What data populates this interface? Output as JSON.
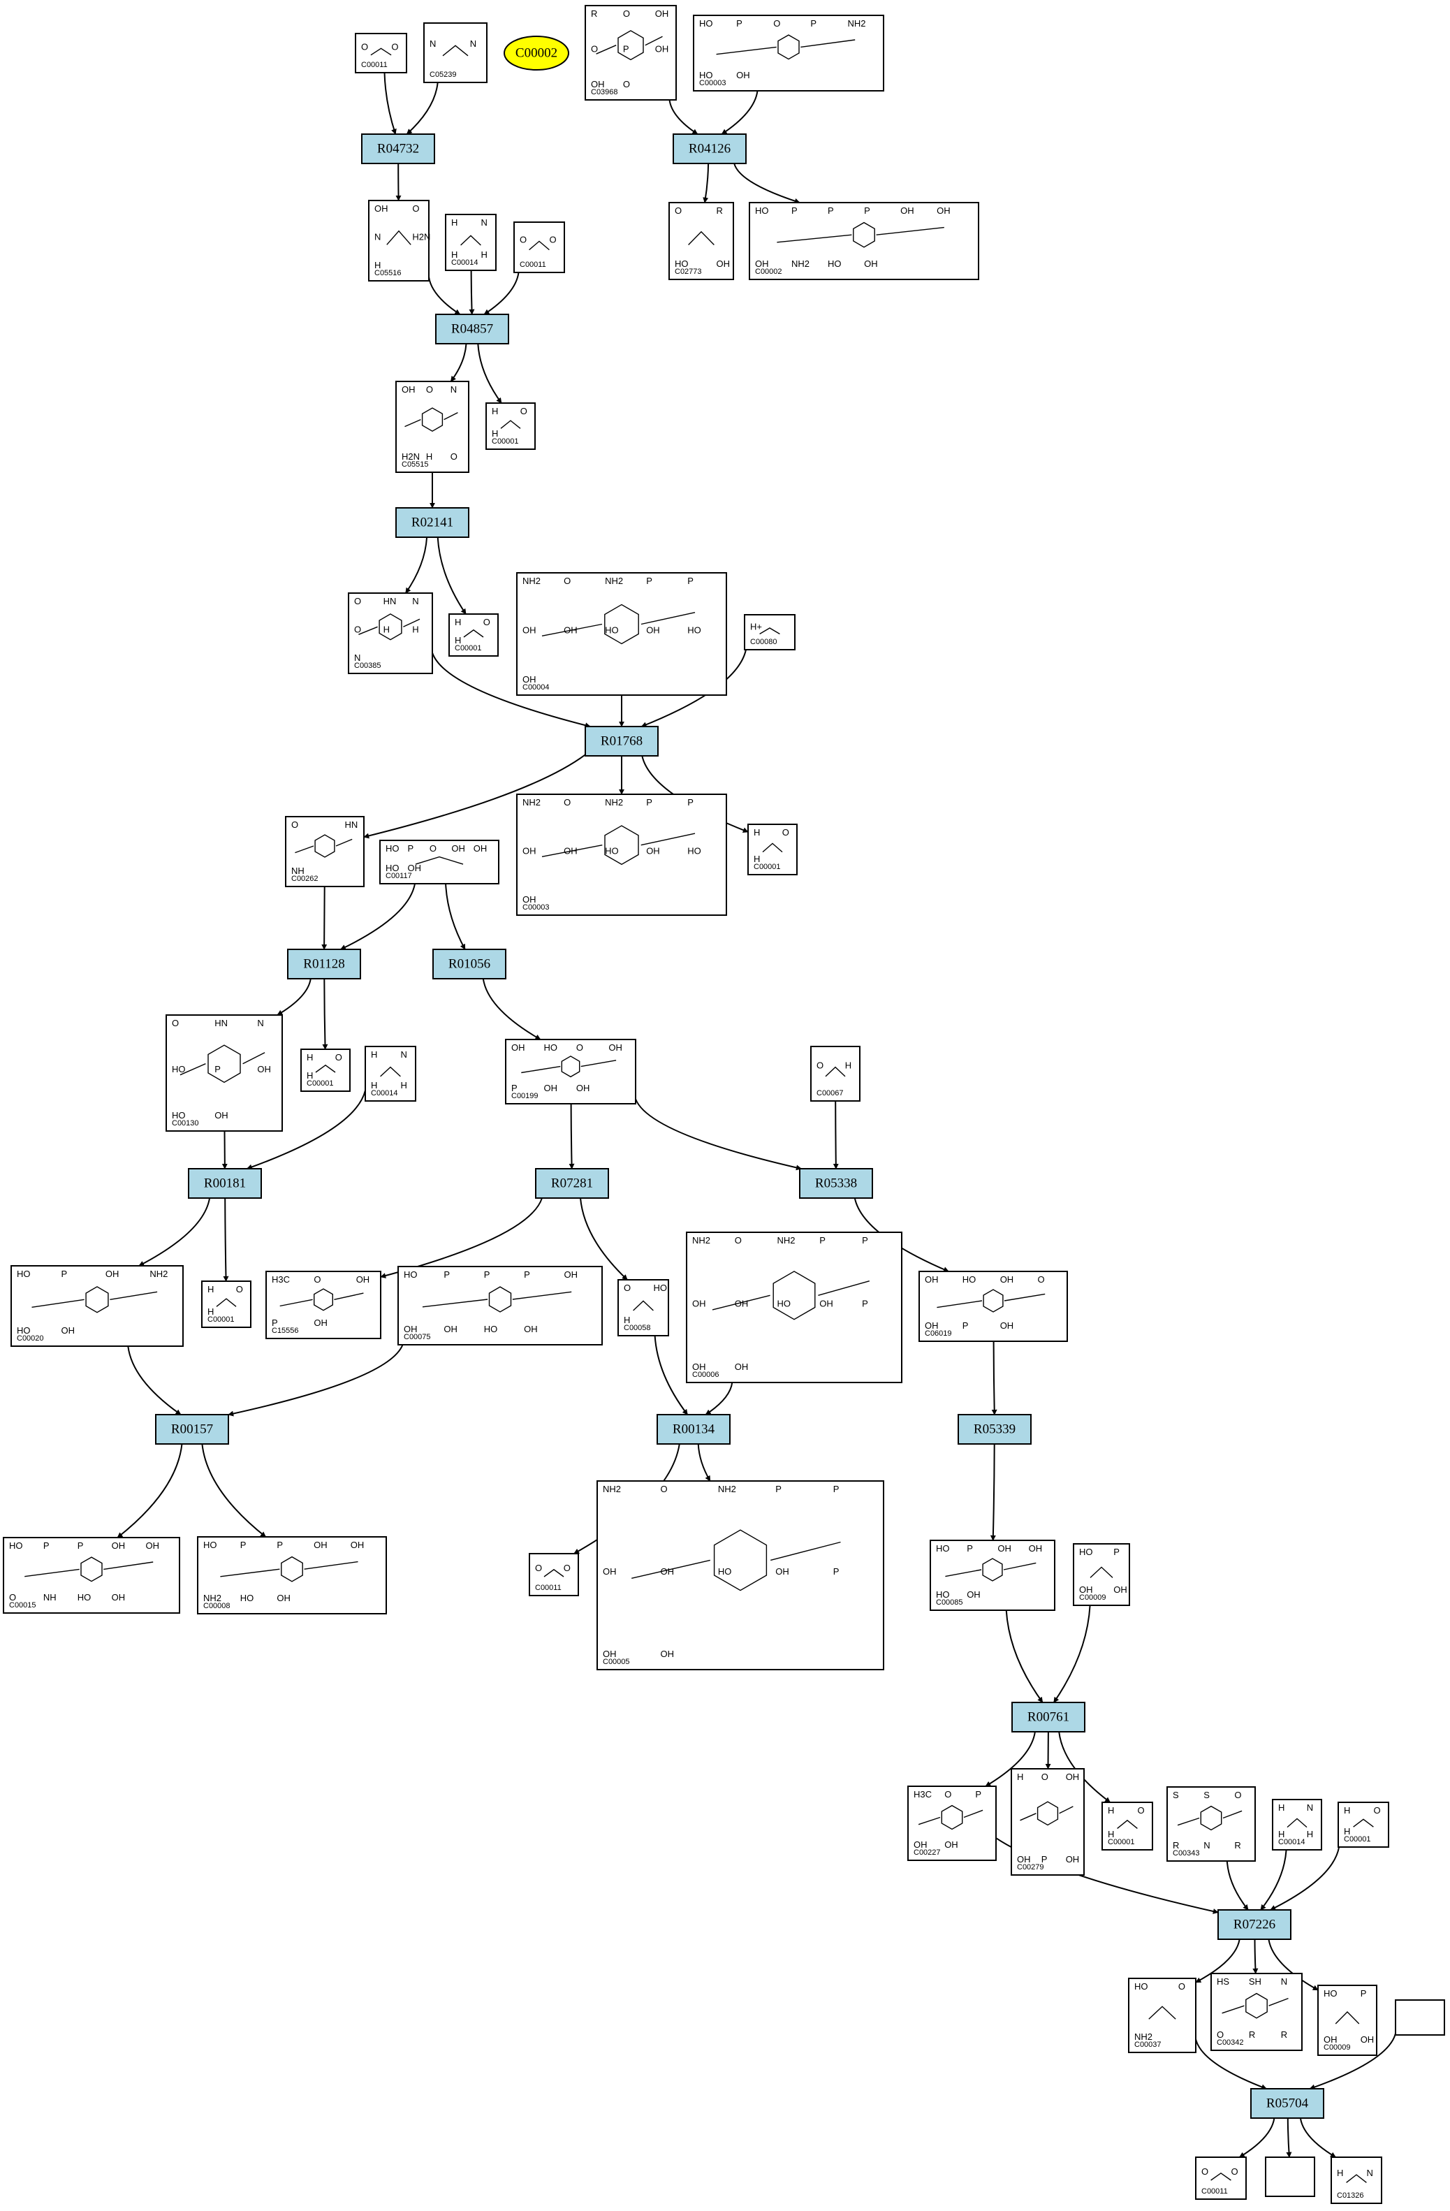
{
  "highlight_compound": "C00002",
  "reactions": [
    {
      "id": "R04732"
    },
    {
      "id": "R04126"
    },
    {
      "id": "R04857"
    },
    {
      "id": "R02141"
    },
    {
      "id": "R01768"
    },
    {
      "id": "R01128"
    },
    {
      "id": "R01056"
    },
    {
      "id": "R00181"
    },
    {
      "id": "R07281"
    },
    {
      "id": "R05338"
    },
    {
      "id": "R00157"
    },
    {
      "id": "R00134"
    },
    {
      "id": "R05339"
    },
    {
      "id": "R00761"
    },
    {
      "id": "R07226"
    },
    {
      "id": "R05704"
    }
  ],
  "compounds": [
    {
      "key": "c1",
      "id": "C00011",
      "atoms": [
        "O",
        "O"
      ]
    },
    {
      "key": "c2",
      "id": "C05239",
      "atoms": [
        "N",
        "N"
      ]
    },
    {
      "key": "c3",
      "id": "C03968",
      "atoms": [
        "R",
        "O",
        "OH",
        "O",
        "P",
        "OH",
        "OH",
        "O"
      ]
    },
    {
      "key": "c4",
      "id": "C00003",
      "atoms": [
        "HO",
        "P",
        "O",
        "P",
        "NH2",
        "HO",
        "OH"
      ]
    },
    {
      "key": "c5",
      "id": "C05516",
      "atoms": [
        "OH",
        "O",
        "N",
        "H2N",
        "H"
      ]
    },
    {
      "key": "c6",
      "id": "C00014",
      "atoms": [
        "H",
        "N",
        "H",
        "H"
      ]
    },
    {
      "key": "c7",
      "id": "C00011",
      "atoms": [
        "O",
        "O"
      ]
    },
    {
      "key": "c8",
      "id": "C02773",
      "atoms": [
        "O",
        "R",
        "HO",
        "OH"
      ]
    },
    {
      "key": "c9",
      "id": "C00002",
      "atoms": [
        "HO",
        "P",
        "P",
        "P",
        "OH",
        "OH",
        "OH",
        "NH2",
        "HO",
        "OH"
      ]
    },
    {
      "key": "c10",
      "id": "C05515",
      "atoms": [
        "OH",
        "O",
        "N",
        "H2N",
        "H",
        "O"
      ]
    },
    {
      "key": "c11",
      "id": "C00001",
      "atoms": [
        "H",
        "O",
        "H"
      ]
    },
    {
      "key": "c12",
      "id": "C00385",
      "atoms": [
        "O",
        "HN",
        "N",
        "O",
        "H",
        "H",
        "N"
      ]
    },
    {
      "key": "c13",
      "id": "C00001",
      "atoms": [
        "H",
        "O",
        "H"
      ]
    },
    {
      "key": "c14",
      "id": "C00004",
      "atoms": [
        "NH2",
        "O",
        "NH2",
        "P",
        "P",
        "OH",
        "OH",
        "HO",
        "OH",
        "HO",
        "OH"
      ]
    },
    {
      "key": "c15",
      "id": "C00080",
      "atoms": [
        "H+"
      ]
    },
    {
      "key": "c16",
      "id": "C00262",
      "atoms": [
        "O",
        "HN",
        "NH"
      ]
    },
    {
      "key": "c17",
      "id": "C00117",
      "atoms": [
        "HO",
        "P",
        "O",
        "OH",
        "OH",
        "HO",
        "OH"
      ]
    },
    {
      "key": "c18",
      "id": "C00003",
      "atoms": [
        "NH2",
        "O",
        "NH2",
        "P",
        "P",
        "OH",
        "OH",
        "HO",
        "OH",
        "HO",
        "OH"
      ]
    },
    {
      "key": "c19",
      "id": "C00001",
      "atoms": [
        "H",
        "O",
        "H"
      ]
    },
    {
      "key": "c20",
      "id": "C00130",
      "atoms": [
        "O",
        "HN",
        "N",
        "HO",
        "P",
        "OH",
        "HO",
        "OH"
      ]
    },
    {
      "key": "c21",
      "id": "C00001",
      "atoms": [
        "H",
        "O",
        "H"
      ]
    },
    {
      "key": "c22",
      "id": "C00014",
      "atoms": [
        "H",
        "N",
        "H",
        "H"
      ]
    },
    {
      "key": "c23",
      "id": "C00199",
      "atoms": [
        "OH",
        "HO",
        "O",
        "OH",
        "P",
        "OH",
        "OH"
      ]
    },
    {
      "key": "c24",
      "id": "C00067",
      "atoms": [
        "O",
        "H"
      ]
    },
    {
      "key": "c25",
      "id": "C00020",
      "atoms": [
        "HO",
        "P",
        "OH",
        "NH2",
        "HO",
        "OH"
      ]
    },
    {
      "key": "c26",
      "id": "C00001",
      "atoms": [
        "H",
        "O",
        "H"
      ]
    },
    {
      "key": "c27",
      "id": "C15556",
      "atoms": [
        "H3C",
        "O",
        "OH",
        "P",
        "OH"
      ]
    },
    {
      "key": "c28",
      "id": "C00075",
      "atoms": [
        "HO",
        "P",
        "P",
        "P",
        "OH",
        "OH",
        "OH",
        "HO",
        "OH"
      ]
    },
    {
      "key": "c29",
      "id": "C00058",
      "atoms": [
        "O",
        "HO",
        "H"
      ]
    },
    {
      "key": "c30",
      "id": "C00006",
      "atoms": [
        "NH2",
        "O",
        "NH2",
        "P",
        "P",
        "OH",
        "OH",
        "HO",
        "OH",
        "P",
        "OH",
        "OH"
      ]
    },
    {
      "key": "c31",
      "id": "C06019",
      "atoms": [
        "OH",
        "HO",
        "OH",
        "O",
        "OH",
        "P",
        "OH"
      ]
    },
    {
      "key": "c32",
      "id": "C00015",
      "atoms": [
        "HO",
        "P",
        "P",
        "OH",
        "OH",
        "O",
        "NH",
        "HO",
        "OH"
      ]
    },
    {
      "key": "c33",
      "id": "C00008",
      "atoms": [
        "HO",
        "P",
        "P",
        "OH",
        "OH",
        "NH2",
        "HO",
        "OH"
      ]
    },
    {
      "key": "c34",
      "id": "C00011",
      "atoms": [
        "O",
        "O"
      ]
    },
    {
      "key": "c35",
      "id": "C00005",
      "atoms": [
        "NH2",
        "O",
        "NH2",
        "P",
        "P",
        "OH",
        "OH",
        "HO",
        "OH",
        "P",
        "OH",
        "OH"
      ]
    },
    {
      "key": "c36",
      "id": "C00085",
      "atoms": [
        "HO",
        "P",
        "OH",
        "OH",
        "HO",
        "OH"
      ]
    },
    {
      "key": "c37",
      "id": "C00009",
      "atoms": [
        "HO",
        "P",
        "OH",
        "OH"
      ]
    },
    {
      "key": "c38",
      "id": "C00227",
      "atoms": [
        "H3C",
        "O",
        "P",
        "OH",
        "OH"
      ]
    },
    {
      "key": "c39",
      "id": "C00279",
      "atoms": [
        "H",
        "O",
        "OH",
        "OH",
        "P",
        "OH"
      ]
    },
    {
      "key": "c40",
      "id": "C00001",
      "atoms": [
        "H",
        "O",
        "H"
      ]
    },
    {
      "key": "c41",
      "id": "C00343",
      "atoms": [
        "S",
        "S",
        "O",
        "R",
        "N",
        "R"
      ]
    },
    {
      "key": "c42",
      "id": "C00014",
      "atoms": [
        "H",
        "N",
        "H",
        "H"
      ]
    },
    {
      "key": "c43",
      "id": "C00001",
      "atoms": [
        "H",
        "O",
        "H"
      ]
    },
    {
      "key": "c44",
      "id": "C00037",
      "atoms": [
        "HO",
        "O",
        "NH2"
      ]
    },
    {
      "key": "c45",
      "id": "C00342",
      "atoms": [
        "HS",
        "SH",
        "N",
        "O",
        "R",
        "R"
      ]
    },
    {
      "key": "c46",
      "id": "C00009",
      "atoms": [
        "HO",
        "P",
        "OH",
        "OH"
      ]
    },
    {
      "key": "c47",
      "id": "",
      "atoms": []
    },
    {
      "key": "c48",
      "id": "C00011",
      "atoms": [
        "O",
        "O"
      ]
    },
    {
      "key": "c49",
      "id": "",
      "atoms": []
    },
    {
      "key": "c50",
      "id": "C01326",
      "atoms": [
        "H",
        "N"
      ]
    }
  ],
  "edges": [
    [
      "c1",
      "R04732"
    ],
    [
      "c2",
      "R04732"
    ],
    [
      "R04732",
      "c5"
    ],
    [
      "c3",
      "R04126"
    ],
    [
      "c4",
      "R04126"
    ],
    [
      "R04126",
      "c8"
    ],
    [
      "R04126",
      "c9"
    ],
    [
      "c5",
      "R04857"
    ],
    [
      "c6",
      "R04857"
    ],
    [
      "c7",
      "R04857"
    ],
    [
      "R04857",
      "c10"
    ],
    [
      "R04857",
      "c11"
    ],
    [
      "c10",
      "R02141"
    ],
    [
      "R02141",
      "c12"
    ],
    [
      "R02141",
      "c13"
    ],
    [
      "c12",
      "R01768"
    ],
    [
      "c14",
      "R01768"
    ],
    [
      "c15",
      "R01768"
    ],
    [
      "R01768",
      "c16"
    ],
    [
      "R01768",
      "c18"
    ],
    [
      "R01768",
      "c19"
    ],
    [
      "c16",
      "R01128"
    ],
    [
      "c17",
      "R01128"
    ],
    [
      "c17",
      "R01056"
    ],
    [
      "R01128",
      "c20"
    ],
    [
      "R01128",
      "c21"
    ],
    [
      "R01056",
      "c23"
    ],
    [
      "c20",
      "R00181"
    ],
    [
      "c22",
      "R00181"
    ],
    [
      "R00181",
      "c25"
    ],
    [
      "R00181",
      "c26"
    ],
    [
      "c23",
      "R07281"
    ],
    [
      "c23",
      "R05338"
    ],
    [
      "c24",
      "R05338"
    ],
    [
      "R07281",
      "c27"
    ],
    [
      "R07281",
      "c29"
    ],
    [
      "R05338",
      "c31"
    ],
    [
      "c25",
      "R00157"
    ],
    [
      "c28",
      "R00157"
    ],
    [
      "R00157",
      "c32"
    ],
    [
      "R00157",
      "c33"
    ],
    [
      "c29",
      "R00134"
    ],
    [
      "c30",
      "R00134"
    ],
    [
      "R00134",
      "c34"
    ],
    [
      "R00134",
      "c35"
    ],
    [
      "c31",
      "R05339"
    ],
    [
      "R05339",
      "c36"
    ],
    [
      "c36",
      "R00761"
    ],
    [
      "c37",
      "R00761"
    ],
    [
      "R00761",
      "c38"
    ],
    [
      "R00761",
      "c39"
    ],
    [
      "R00761",
      "c40"
    ],
    [
      "c38",
      "R07226"
    ],
    [
      "c41",
      "R07226"
    ],
    [
      "c42",
      "R07226"
    ],
    [
      "c43",
      "R07226"
    ],
    [
      "R07226",
      "c44"
    ],
    [
      "R07226",
      "c45"
    ],
    [
      "R07226",
      "c46"
    ],
    [
      "c44",
      "R05704"
    ],
    [
      "c47",
      "R05704"
    ],
    [
      "R05704",
      "c48"
    ],
    [
      "R05704",
      "c49"
    ],
    [
      "R05704",
      "c50"
    ]
  ]
}
